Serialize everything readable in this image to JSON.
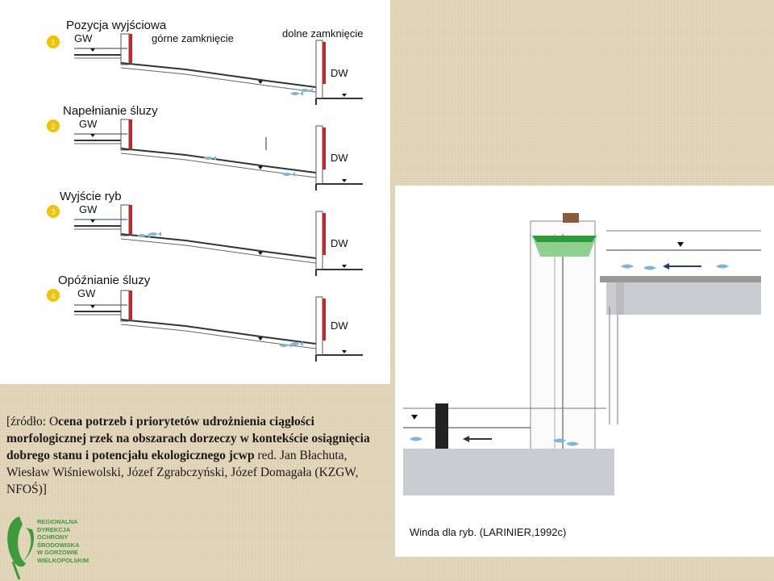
{
  "stages": [
    {
      "num": "1",
      "title": "Pozycja wyjściowa",
      "gw": "GW",
      "dw": "DW",
      "upper_gate": "górne zamknięcie",
      "lower_gate": "dolne zamknięcie"
    },
    {
      "num": "2",
      "title": "Napełnianie śluzy",
      "gw": "GW",
      "dw": "DW"
    },
    {
      "num": "3",
      "title": "Wyjście ryb",
      "gw": "GW",
      "dw": "DW"
    },
    {
      "num": "4",
      "title": "Opóźnianie śluzy",
      "gw": "GW",
      "dw": "DW"
    }
  ],
  "source": {
    "prefix": "[źródło: O",
    "bold": "cena potrzeb i priorytetów udrożnienia ciągłości morfologicznej rzek na obszarach dorzeczy w kontekście osiągnięcia dobrego stanu i potencjału ekologicznego jcwp",
    "suffix": " red. Jan Błachuta, Wiesław Wiśniewolski, Józef Zgrabczyński, Józef Domagała (KZGW, NFOŚ)]"
  },
  "lift_caption": "Winda dla ryb. (LARINIER,1992c)",
  "logo": {
    "lines": [
      "REGIONALNA",
      "DYREKCJA",
      "OCHRONY",
      "ŚRODOWISKA",
      "W GORZOWIE",
      "WIELKOPOLSKIM"
    ]
  },
  "colors": {
    "gate_red": "#c8242a",
    "water_blue": "#1f3b8f",
    "fish_blue": "#7fb3d9",
    "lift_green": "#2f9a3a",
    "badge_yellow": "#f2c200",
    "logo_green": "#3b9a3a"
  }
}
